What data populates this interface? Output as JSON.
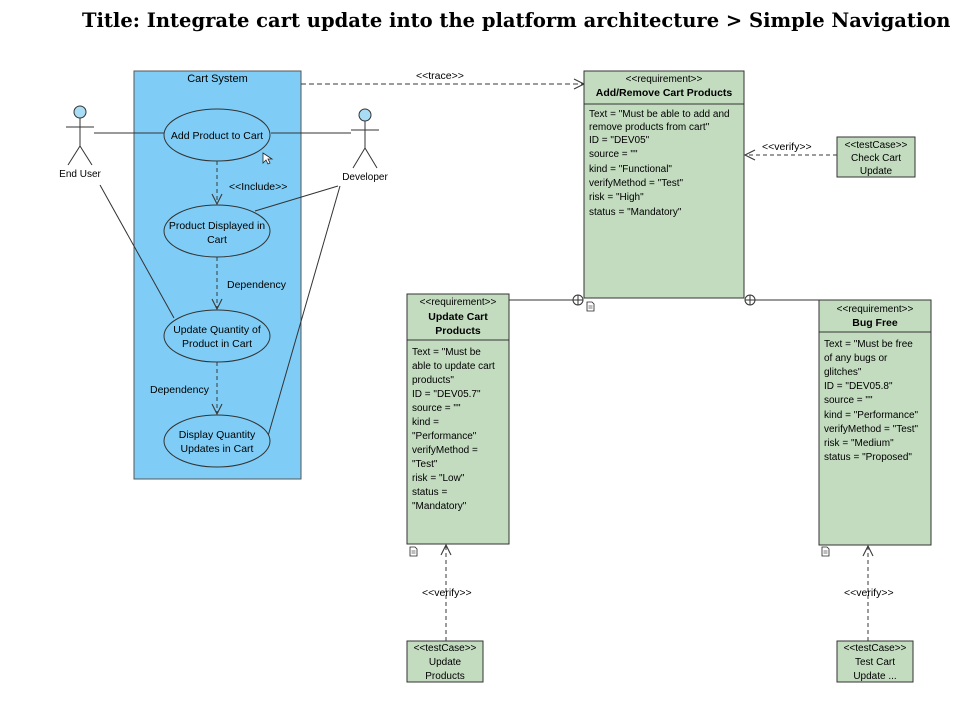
{
  "title": "Title: Integrate cart update into the platform architecture > Simple Navigation",
  "colors": {
    "system_fill": "#7fcdf6",
    "block_fill": "#c3dcc0",
    "actor_head": "#a9dcf5",
    "line": "#3a3a3a"
  },
  "use_case_diagram": {
    "system_name": "Cart System",
    "actors": [
      {
        "id": "end_user",
        "name": "End User"
      },
      {
        "id": "developer",
        "name": "Developer"
      }
    ],
    "use_cases": [
      {
        "id": "add",
        "lines": [
          "Add Product to Cart"
        ]
      },
      {
        "id": "displayed",
        "lines": [
          "Product Displayed in",
          "Cart"
        ]
      },
      {
        "id": "update_qty",
        "lines": [
          "Update Quantity of",
          "Product in Cart"
        ]
      },
      {
        "id": "display_qty",
        "lines": [
          "Display Quantity",
          "Updates in Cart"
        ]
      }
    ],
    "relations": [
      {
        "label": "<<Include>>"
      },
      {
        "label": "Dependency"
      },
      {
        "label": "Dependency"
      }
    ]
  },
  "requirement_diagram": {
    "trace_label": "<<trace>>",
    "verify_label": "<<verify>>",
    "requirements": [
      {
        "id": "main",
        "stereotype": "<<requirement>>",
        "name_lines": [
          "Add/Remove Cart Products"
        ],
        "attr_lines": [
          "Text = \"Must be able to add and",
          "remove products from cart\"",
          "ID = \"DEV05\"",
          "source = \"\"",
          "kind = \"Functional\"",
          "verifyMethod = \"Test\"",
          "risk = \"High\"",
          "status = \"Mandatory\""
        ]
      },
      {
        "id": "update",
        "stereotype": "<<requirement>>",
        "name_lines": [
          "Update Cart",
          "Products"
        ],
        "attr_lines": [
          "Text = \"Must be",
          "able to update cart",
          "products\"",
          "ID = \"DEV05.7\"",
          "source = \"\"",
          "kind =",
          "\"Performance\"",
          "verifyMethod =",
          "\"Test\"",
          "risk = \"Low\"",
          "status =",
          "\"Mandatory\""
        ]
      },
      {
        "id": "bug",
        "stereotype": "<<requirement>>",
        "name_lines": [
          "Bug Free"
        ],
        "attr_lines": [
          "Text = \"Must be free",
          "of any bugs or",
          "glitches\"",
          "ID = \"DEV05.8\"",
          "source = \"\"",
          "kind = \"Performance\"",
          "verifyMethod = \"Test\"",
          "risk = \"Medium\"",
          "status = \"Proposed\""
        ]
      }
    ],
    "test_cases": [
      {
        "id": "tc_check",
        "stereotype": "<<testCase>>",
        "lines": [
          "Check Cart",
          "Update"
        ]
      },
      {
        "id": "tc_update",
        "stereotype": "<<testCase>>",
        "lines": [
          "Update",
          "Products"
        ]
      },
      {
        "id": "tc_test",
        "stereotype": "<<testCase>>",
        "lines": [
          "Test Cart",
          "Update ..."
        ]
      }
    ]
  }
}
